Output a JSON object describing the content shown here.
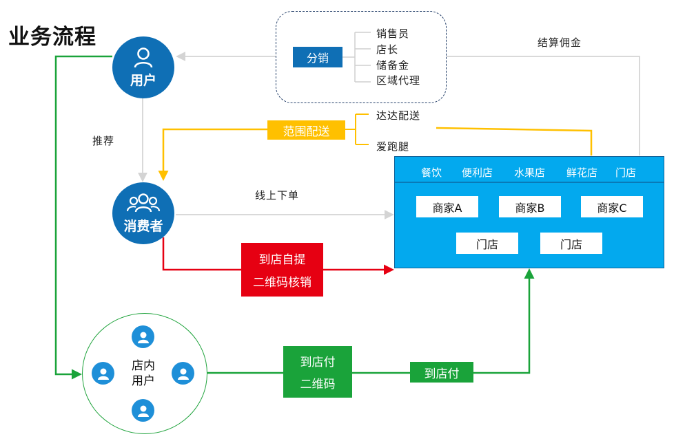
{
  "title": "业务流程",
  "nodes": {
    "user": {
      "label": "用户"
    },
    "consumer": {
      "label": "消费者"
    },
    "store_users": {
      "label_line1": "店内",
      "label_line2": "用户"
    }
  },
  "distribution": {
    "tag": "分销",
    "roles": [
      "销售员",
      "店长",
      "储备金",
      "区域代理"
    ]
  },
  "delivery": {
    "tag": "范围配送",
    "options": [
      "达达配送",
      "爱跑腿"
    ]
  },
  "edge_labels": {
    "recommend": "推荐",
    "online_order": "线上下单",
    "settle_commission": "结算佣金"
  },
  "pickup": {
    "line1": "到店自提",
    "line2": "二维码核销"
  },
  "pay_qr": {
    "line1": "到店付",
    "line2": "二维码"
  },
  "pay_tag": "到店付",
  "merchants": {
    "categories": [
      "餐饮",
      "便利店",
      "水果店",
      "鲜花店",
      "门店"
    ],
    "merchant_a": "商家A",
    "merchant_b": "商家B",
    "merchant_c": "商家C",
    "store_1": "门店",
    "store_2": "门店"
  },
  "colors": {
    "blue": "#0f6fb5",
    "merchant_panel": "#03a9ee",
    "yellow": "#ffc000",
    "red": "#e60012",
    "green": "#1aa33a",
    "gray_line": "#d9d9d9"
  }
}
